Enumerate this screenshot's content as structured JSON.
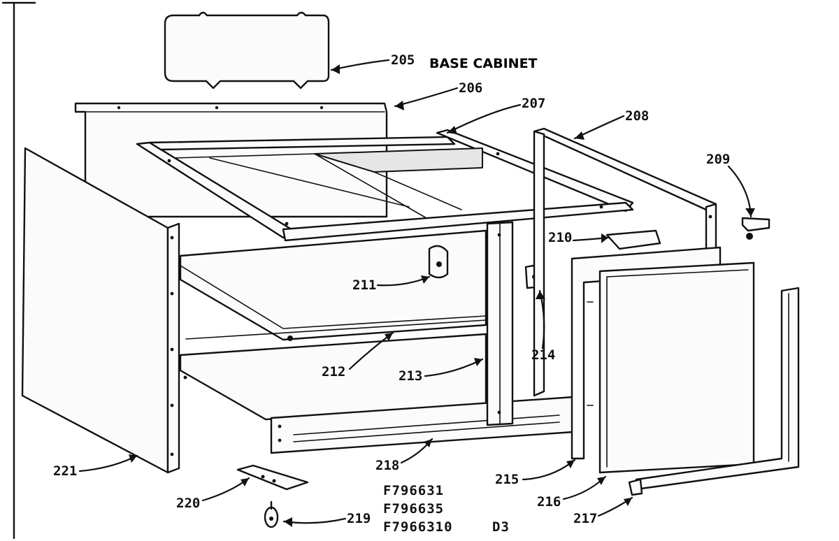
{
  "title": "BASE CABINET",
  "part_numbers": [
    "F796631",
    "F796635",
    "F7966310"
  ],
  "page_code": "D3",
  "callouts": {
    "c205": "205",
    "c206": "206",
    "c207": "207",
    "c208": "208",
    "c209": "209",
    "c210": "210",
    "c211": "211",
    "c212": "212",
    "c213": "213",
    "c214": "214",
    "c215": "215",
    "c216": "216",
    "c217": "217",
    "c218": "218",
    "c219": "219",
    "c220": "220",
    "c221": "221"
  }
}
